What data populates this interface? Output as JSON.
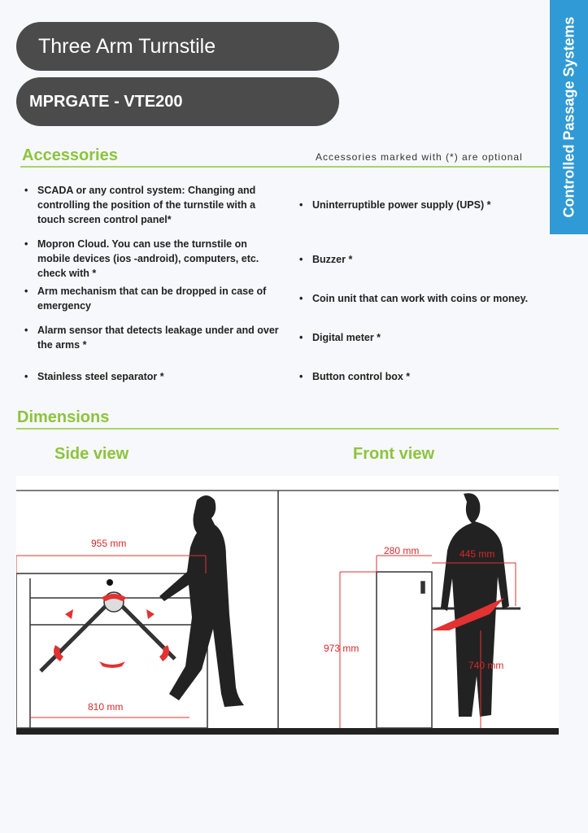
{
  "header": {
    "title": "Three Arm Turnstile",
    "model": "MPRGATE - VTE200"
  },
  "side_tab": "Controlled Passage Systems",
  "accessories": {
    "heading": "Accessories",
    "note": "Accessories marked with (*) are optional",
    "left": [
      "SCADA or any control system: Changing and controlling the position of the turnstile with a touch screen control panel*",
      "Mopron Cloud. You can use the turnstile on mobile devices (ios -android), computers, etc. check with *",
      "Arm mechanism that can be dropped in case of emergency",
      "Alarm sensor that detects leakage under and over the arms *",
      "Stainless steel separator *"
    ],
    "right": [
      "Uninterruptible power supply (UPS) *",
      "Buzzer *",
      "Coin unit that can work with coins or money.",
      "Digital meter *",
      "Button control box *"
    ]
  },
  "dimensions": {
    "heading": "Dimensions",
    "side_view": "Side view",
    "front_view": "Front view",
    "labels": {
      "length_top": "955 mm",
      "length_bottom": "810 mm",
      "width_body": "280 mm",
      "width_passage": "445 mm",
      "height": "973 mm",
      "arm_height": "740 mm"
    }
  },
  "colors": {
    "green": "#8cc43c",
    "blue": "#2f9ad5",
    "pill": "#4b4b4b",
    "dimension_red": "#d8282a"
  }
}
